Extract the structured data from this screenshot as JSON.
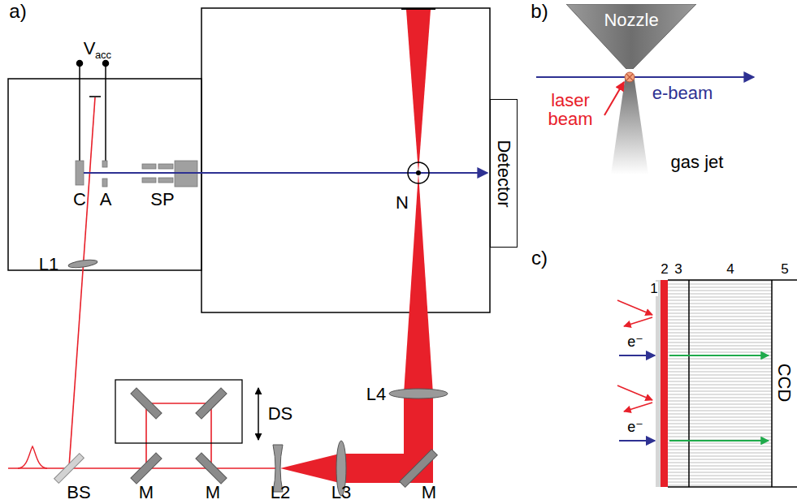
{
  "diagram": {
    "nodes": [
      {
        "text": [
          "Detector"
        ]
      },
      {
        "text": [
          "Nozzle"
        ]
      }
    ],
    "labels": [
      "a)",
      "V",
      "acc",
      "C",
      "A",
      "SP",
      "N",
      "L1",
      "DS",
      "L4",
      "BS",
      "M",
      "M",
      "L2",
      "L3",
      "M",
      "b)",
      "laser beam",
      "e-beam",
      "gas jet",
      "c)",
      "1",
      "2",
      "3",
      "4",
      "5",
      "e⁻",
      "e⁻",
      "CCD"
    ]
  }
}
